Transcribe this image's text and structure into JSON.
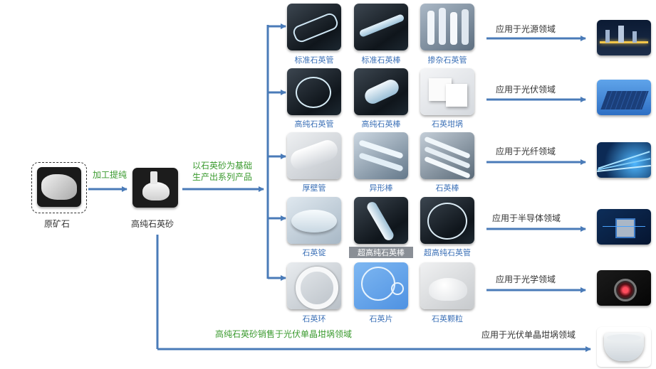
{
  "source": {
    "label": "原矿石"
  },
  "step1": {
    "label": "加工提纯"
  },
  "sand": {
    "label": "高纯石英砂"
  },
  "step2": {
    "line1": "以石英砂为基础",
    "line2": "生产出系列产品"
  },
  "rows": [
    {
      "products": [
        "标准石英管",
        "标准石英棒",
        "掺杂石英管"
      ],
      "application": "应用于光源领域"
    },
    {
      "products": [
        "高纯石英管",
        "高纯石英棒",
        "石英坩埚"
      ],
      "application": "应用于光伏领域"
    },
    {
      "products": [
        "厚壁管",
        "异形棒",
        "石英棒"
      ],
      "application": "应用于光纤领域"
    },
    {
      "products": [
        "石英锭",
        "超高纯石英棒",
        "超高纯石英管"
      ],
      "application": "应用于半导体领域"
    },
    {
      "products": [
        "石英环",
        "石英片",
        "石英颗粒"
      ],
      "application": "应用于光学领域"
    }
  ],
  "direct": {
    "label": "高纯石英砂销售于光伏单晶坩埚领域",
    "application": "应用于光伏单晶坩埚领域"
  },
  "colors": {
    "arrow": "#4a7bb8",
    "green_text": "#3a9a2e",
    "blue_text": "#2f63b0"
  }
}
